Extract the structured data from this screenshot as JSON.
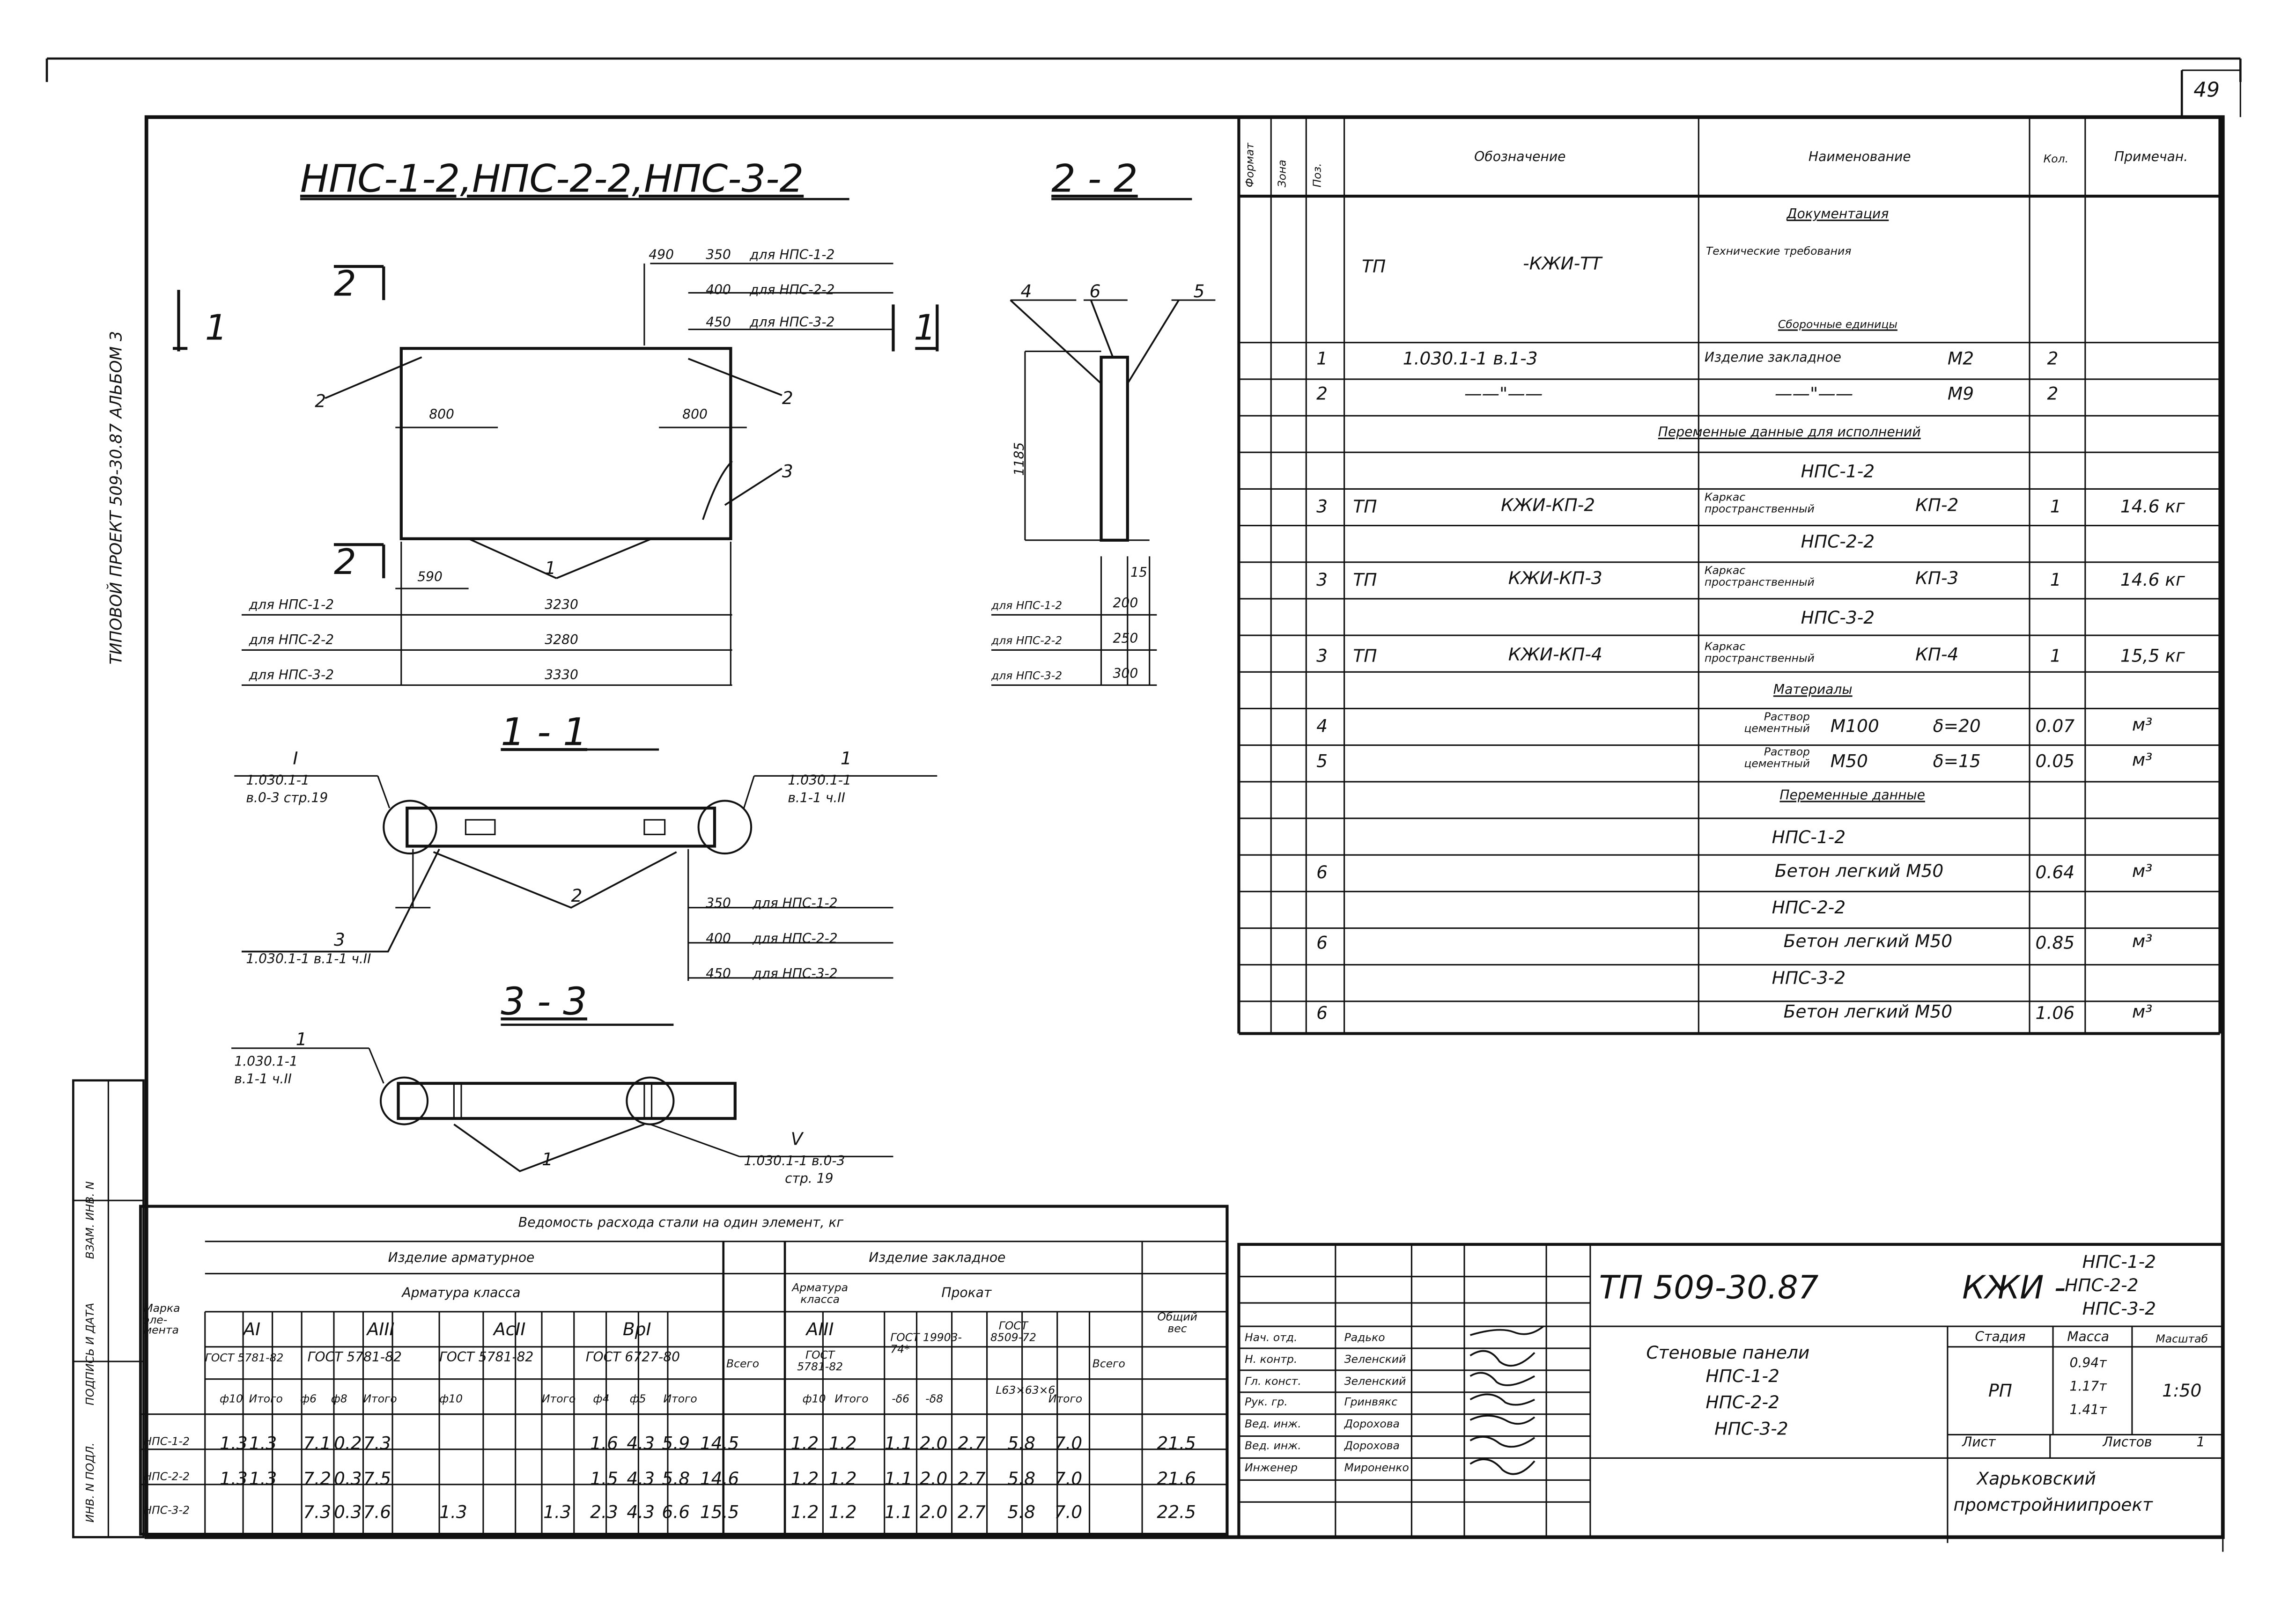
{
  "page_number": "49",
  "side_title": "ТИПОВОЙ ПРОЕКТ 509-30.87 АЛЬБОМ 3",
  "side_stamp": [
    "ИНВ. N ПОДЛ.",
    "ПОДПИСЬ И ДАТА",
    "ВЗАМ. ИНВ. N"
  ],
  "drawing": {
    "title": "НПС-1-2,НПС-2-2,НПС-3-2",
    "dims_top": [
      "490",
      "350",
      "для НПС-1-2",
      "400",
      "для НПС-2-2",
      "450",
      "для НПС-3-2"
    ],
    "mark_2": "2",
    "mark_1": "1",
    "callouts": [
      "2",
      "2",
      "3",
      "1"
    ],
    "d800a": "800",
    "d800b": "800",
    "d590": "590",
    "len_rows": [
      {
        "label": "для НПС-1-2",
        "value": "3230"
      },
      {
        "label": "для НПС-2-2",
        "value": "3280"
      },
      {
        "label": "для НПС-3-2",
        "value": "3330"
      }
    ],
    "sec22": {
      "title": "2 - 2",
      "labels": [
        "4",
        "6",
        "5"
      ],
      "h": "1185",
      "d15": "15",
      "rows": [
        {
          "label": "для НПС-1-2",
          "value": "200"
        },
        {
          "label": "для НПС-2-2",
          "value": "250"
        },
        {
          "label": "для НПС-3-2",
          "value": "300"
        }
      ]
    },
    "sec11": {
      "title": "1 - 1",
      "ref_left": [
        "I",
        "1.030.1-1",
        "в.0-3 стр.19"
      ],
      "ref_right": [
        "1",
        "1.030.1-1",
        "в.1-1 ч.II"
      ],
      "num2": "2",
      "ref3": [
        "3",
        "1.030.1-1 в.1-1 ч.II"
      ],
      "dims": [
        {
          "v": "350",
          "l": "для НПС-1-2"
        },
        {
          "v": "400",
          "l": "для НПС-2-2"
        },
        {
          "v": "450",
          "l": "для НПС-3-2"
        }
      ]
    },
    "sec33": {
      "title": "3 - 3",
      "ref_left": [
        "1",
        "1.030.1-1",
        "в.1-1 ч.II"
      ],
      "ref_right": [
        "V",
        "1.030.1-1 в.0-3",
        "стр. 19"
      ],
      "num1": "1"
    }
  },
  "spec": {
    "headers": {
      "format": "Формат",
      "zone": "Зона",
      "pos": "Поз.",
      "designation": "Обозначение",
      "name": "Наименование",
      "qty": "Кол.",
      "note": "Примечан."
    },
    "doc_head": "Документация",
    "tp": "ТП",
    "tp_code": "-КЖИ-ТТ",
    "tech": "Технические требования",
    "asm": "Сборочные единицы",
    "rows": [
      {
        "pos": "1",
        "des": "1.030.1-1 в.1-3",
        "name": "Изделие закладное",
        "mark": "М2",
        "qty": "2",
        "note": ""
      },
      {
        "pos": "2",
        "des": "——\"——",
        "name": "——\"——",
        "mark": "М9",
        "qty": "2",
        "note": ""
      }
    ],
    "var_head": "Переменные данные для исполнений",
    "groups": [
      {
        "title": "НПС-1-2",
        "pos": "3",
        "tp": "ТП",
        "des": "КЖИ-КП-2",
        "name": "Каркас пространственный",
        "mark": "КП-2",
        "qty": "1",
        "note": "14.6 кг"
      },
      {
        "title": "НПС-2-2",
        "pos": "3",
        "tp": "ТП",
        "des": "КЖИ-КП-3",
        "name": "Каркас пространственный",
        "mark": "КП-3",
        "qty": "1",
        "note": "14.6 кг"
      },
      {
        "title": "НПС-3-2",
        "pos": "3",
        "tp": "ТП",
        "des": "КЖИ-КП-4",
        "name": "Каркас пространственный",
        "mark": "КП-4",
        "qty": "1",
        "note": "15,5 кг"
      }
    ],
    "mat_head": "Материалы",
    "materials": [
      {
        "pos": "4",
        "name": "Раствор цементный",
        "mark": "М100",
        "d": "δ=20",
        "qty": "0.07",
        "note": "м³"
      },
      {
        "pos": "5",
        "name": "Раствор цементный",
        "mark": "М50",
        "d": "δ=15",
        "qty": "0.05",
        "note": "м³"
      }
    ],
    "var2_head": "Переменные данные",
    "concrete": [
      {
        "title": "НПС-1-2",
        "pos": "6",
        "name": "Бетон легкий М50",
        "qty": "0.64",
        "note": "м³"
      },
      {
        "title": "НПС-2-2",
        "pos": "6",
        "name": "Бетон легкий М50",
        "qty": "0.85",
        "note": "м³"
      },
      {
        "title": "НПС-3-2",
        "pos": "6",
        "name": "Бетон легкий М50",
        "qty": "1.06",
        "note": "м³"
      }
    ]
  },
  "steel": {
    "title": "Ведомость расхода стали на один элемент, кг",
    "h_arm": "Изделие арматурное",
    "h_arm_class": "Арматура класса",
    "h_emb": "Изделие закладное",
    "h_mark": "Марка эле- мента",
    "h_total_w": "Общий вес",
    "c_AI": "АI",
    "c_AIII": "АIII",
    "c_AcII": "АсII",
    "c_BpI": "ВрI",
    "g_AI": "ГОСТ 5781-82",
    "g_AIII": "ГОСТ 5781-82",
    "g_AcII": "ГОСТ 5781-82",
    "g_BpI": "ГОСТ 6727-80",
    "h_vsego": "Всего",
    "h_emb_arm": "Арматура класса",
    "e_AIII": "АIII",
    "e_gost": "ГОСТ 5781-82",
    "h_prokat": "Прокат",
    "p_g1": "ГОСТ 19903-74*",
    "p_g2": "ГОСТ 8509-72",
    "sub": [
      "ф10",
      "Итого",
      "ф6",
      "ф8",
      "Итого",
      "ф10",
      "",
      "Итого",
      "ф4",
      "ф5",
      "Итого",
      "",
      "ф10",
      "Итого",
      "-δ6",
      "-δ8",
      "L63×63×6",
      "Итого",
      ""
    ],
    "rows": [
      {
        "mark": "НПС-1-2",
        "v": [
          "1.3",
          "1.3",
          "7.1",
          "0.2",
          "7.3",
          "",
          "",
          "",
          "1.6",
          "4.3",
          "5.9",
          "14.5",
          "1.2",
          "1.2",
          "1.1",
          "2.0",
          "2.7",
          "5.8",
          "7.0",
          "21.5"
        ]
      },
      {
        "mark": "НПС-2-2",
        "v": [
          "1.3",
          "1.3",
          "7.2",
          "0.3",
          "7.5",
          "",
          "",
          "",
          "1.5",
          "4.3",
          "5.8",
          "14.6",
          "1.2",
          "1.2",
          "1.1",
          "2.0",
          "2.7",
          "5.8",
          "7.0",
          "21.6"
        ]
      },
      {
        "mark": "НПС-3-2",
        "v": [
          "",
          "",
          "7.3",
          "0.3",
          "7.6",
          "1.3",
          "",
          "1.3",
          "2.3",
          "4.3",
          "6.6",
          "15.5",
          "1.2",
          "1.2",
          "1.1",
          "2.0",
          "2.7",
          "5.8",
          "7.0",
          "22.5"
        ]
      }
    ]
  },
  "stamp": {
    "code": "ТП 509-30.87",
    "code2": "КЖИ -",
    "marks": [
      "НПС-1-2",
      "НПС-2-2",
      "НПС-3-2"
    ],
    "people": [
      {
        "role": "Нач. отд.",
        "name": "Радько"
      },
      {
        "role": "Н. контр.",
        "name": "Зеленский"
      },
      {
        "role": "Гл. конст.",
        "name": "Зеленский"
      },
      {
        "role": "Рук. гр.",
        "name": "Гринвякс"
      },
      {
        "role": "Вед. инж.",
        "name": "Дорохова"
      },
      {
        "role": "Вед. инж.",
        "name": "Дорохова"
      },
      {
        "role": "Инженер",
        "name": "Мироненко"
      }
    ],
    "name_title": "Стеновые панели",
    "name_marks": [
      "НПС-1-2",
      "НПС-2-2",
      "НПС-3-2"
    ],
    "stage_h": "Стадия",
    "mass_h": "Масса",
    "scale_h": "Масштаб",
    "stage": "РП",
    "mass": [
      "0.94т",
      "1.17т",
      "1.41т"
    ],
    "scale": "1:50",
    "sheet": "Лист",
    "sheets": "Листов",
    "sheets_n": "1",
    "org": [
      "Харьковский",
      "промстройниипроект"
    ]
  }
}
